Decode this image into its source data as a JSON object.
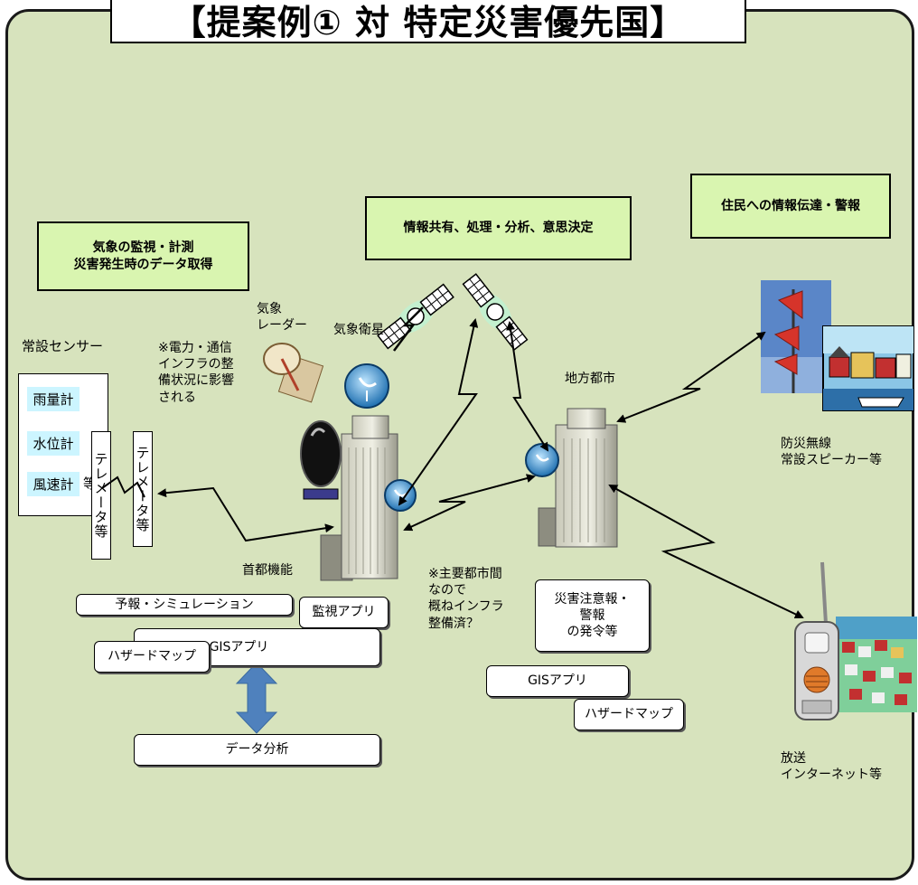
{
  "title": "【提案例① 対 特定災害優先国】",
  "headers": {
    "monitoring": "気象の監視・計測\n災害発生時のデータ取得",
    "sharing": "情報共有、処理・分析、意思決定",
    "warning": "住民への情報伝達・警報"
  },
  "sensors": {
    "group_label": "常設センサー",
    "items": [
      "雨量計",
      "水位計",
      "風速計"
    ],
    "telemeter": "テレメータ等",
    "telemeter_overflow": "等"
  },
  "labels": {
    "weather_radar": "気象\nレーダー",
    "weather_satellite": "気象衛星",
    "infra_note": "※電力・通信\nインフラの整\n備状況に影響\nされる",
    "local_city": "地方都市",
    "capital": "首都機能",
    "major_cities_note": "※主要都市間\nなので\n概ねインフラ\n整備済？",
    "disaster_radio": "防災無線\n常設スピーカー等",
    "broadcast": "放送\nインターネット等"
  },
  "capital_apps": {
    "forecast": "予報・シミュレーション",
    "monitoring_app": "監視アプリ",
    "gis": "GISアプリ",
    "hazard_map": "ハザードマップ",
    "data_analysis": "データ分析"
  },
  "local_apps": {
    "alert_issue": "災害注意報・\n警報\nの発令等",
    "gis": "GISアプリ",
    "hazard_map": "ハザードマップ"
  },
  "colors": {
    "background": "#d7e3bd",
    "header_fill": "#d9f5b0",
    "sensor_fill": "#ccf5ff",
    "arrow_blue": "#4f81bd",
    "dish_fill": "#1e90d8"
  },
  "icons": [
    "satellite-icon",
    "building-icon",
    "radar-dish-icon",
    "antenna-icon",
    "loudspeaker-icon",
    "harbor-clipart",
    "radio-icon",
    "town-clipart"
  ]
}
